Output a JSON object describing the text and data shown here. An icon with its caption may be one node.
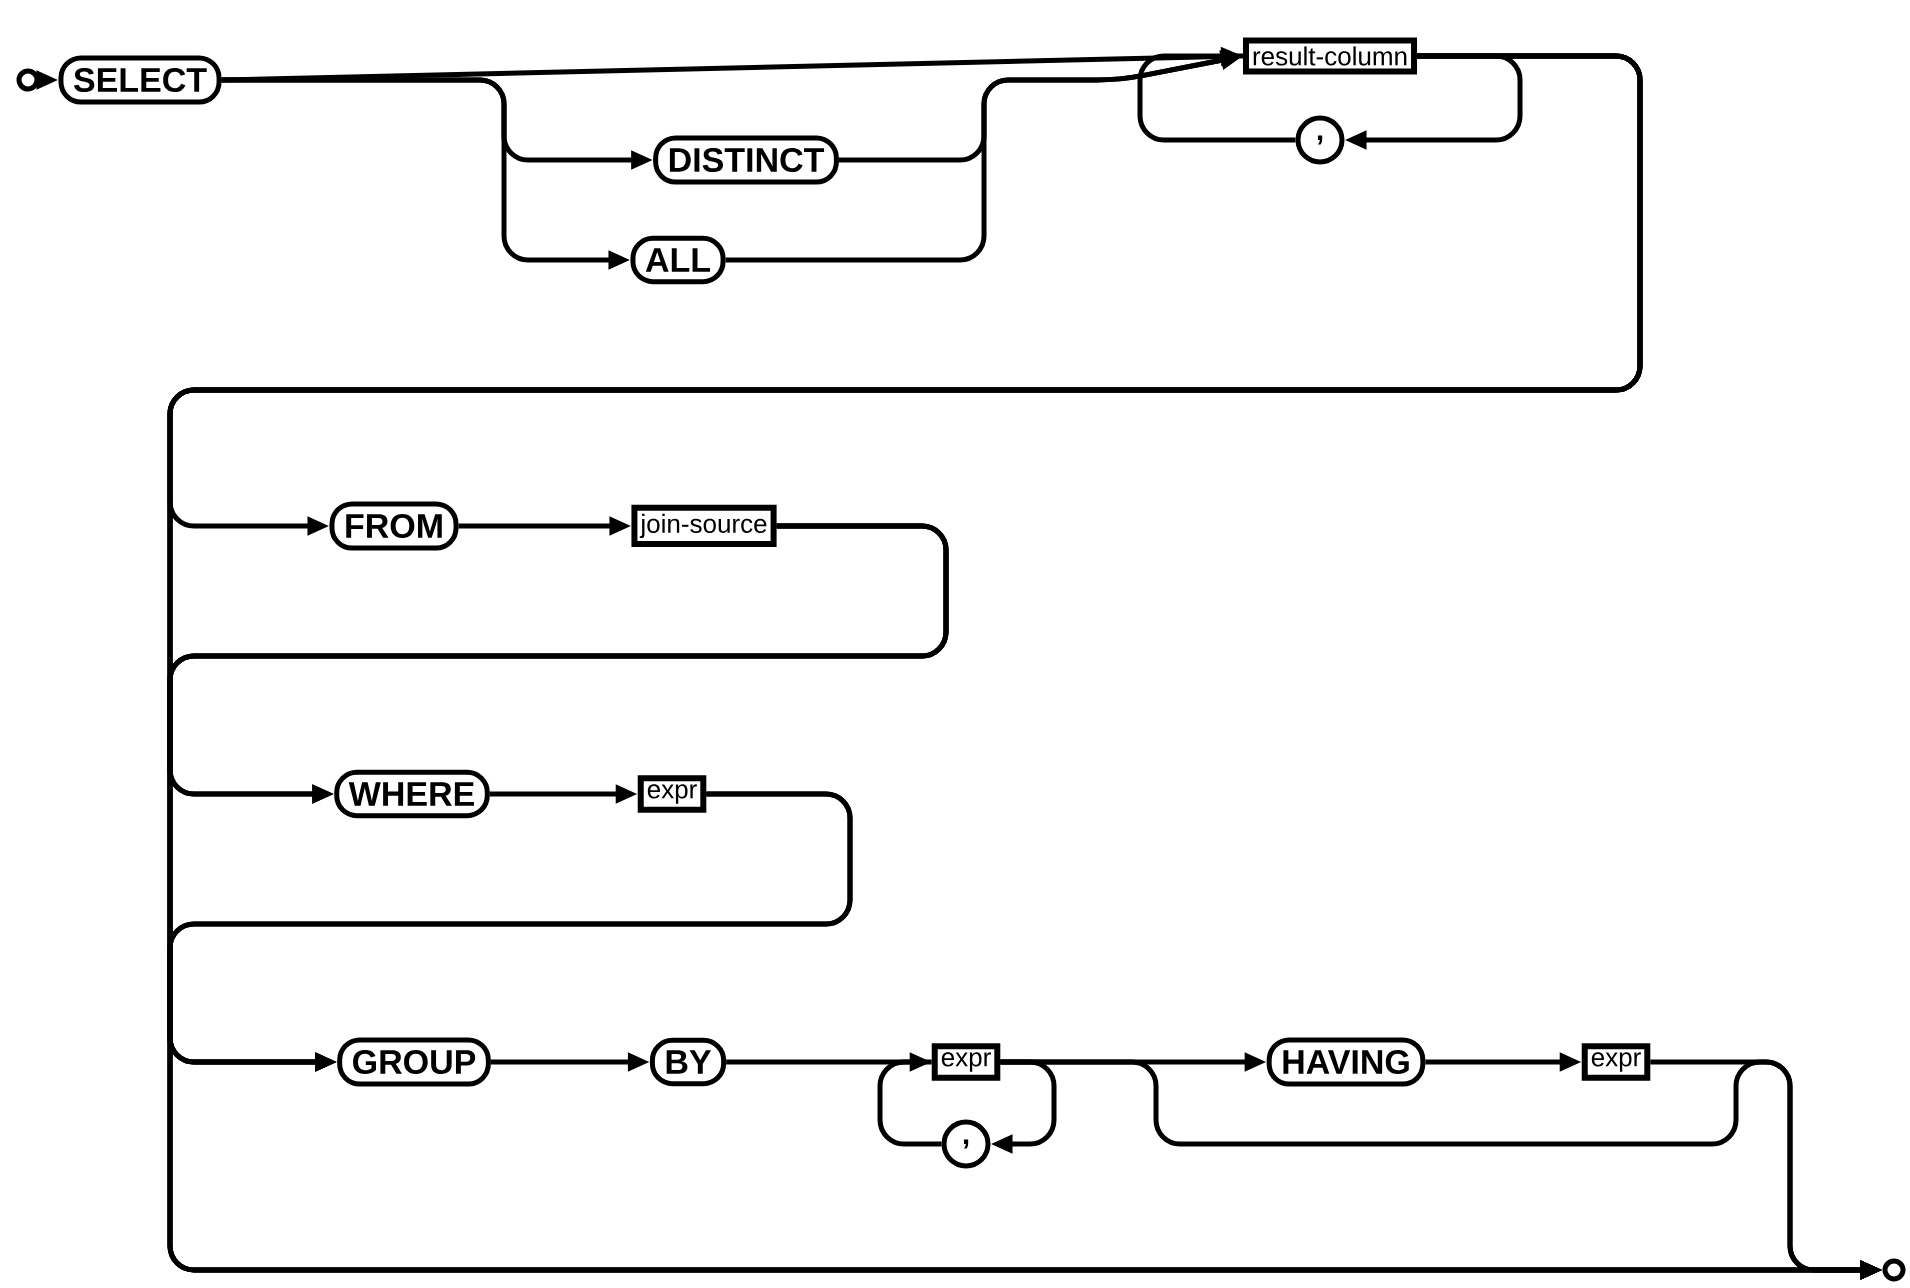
{
  "diagram": {
    "nodes": [
      {
        "text": [],
        "shape": "circle"
      },
      {
        "text": [
          "SELECT"
        ]
      },
      {
        "text": [
          "DISTINCT"
        ]
      },
      {
        "text": [
          "ALL"
        ]
      },
      {
        "text": [
          "result-column"
        ]
      },
      {
        "text": [
          ","
        ]
      },
      {
        "text": [
          "FROM"
        ]
      },
      {
        "text": [
          "join-source"
        ]
      },
      {
        "text": [
          "WHERE"
        ]
      },
      {
        "text": [
          "expr"
        ]
      },
      {
        "text": [
          "GROUP"
        ]
      },
      {
        "text": [
          "BY"
        ]
      },
      {
        "text": [
          "expr"
        ]
      },
      {
        "text": [
          ","
        ]
      },
      {
        "text": [
          "HAVING"
        ]
      },
      {
        "text": [
          "expr"
        ]
      },
      {
        "text": [],
        "shape": "circle"
      }
    ],
    "edges": [
      {
        "from": 0,
        "to": 1,
        "arrow": "to"
      },
      {
        "from": 1,
        "to": 4,
        "arrow": "to"
      },
      {
        "from": 1,
        "to": 2,
        "arrow": "to"
      },
      {
        "from": 1,
        "to": 3,
        "arrow": "to"
      },
      {
        "from": 2,
        "to": 4,
        "arrow": "to"
      },
      {
        "from": 3,
        "to": 4,
        "arrow": "to"
      },
      {
        "from": 4,
        "to": 5,
        "arrow": "to"
      },
      {
        "from": 5,
        "to": 4,
        "arrow": "none"
      },
      {
        "from": 4,
        "to": 6,
        "arrow": "to"
      },
      {
        "from": 4,
        "to": 8,
        "arrow": "to"
      },
      {
        "from": 4,
        "to": 10,
        "arrow": "to"
      },
      {
        "from": 4,
        "to": 16,
        "arrow": "to"
      },
      {
        "from": 7,
        "to": 8,
        "arrow": "to"
      },
      {
        "from": 7,
        "to": 10,
        "arrow": "to"
      },
      {
        "from": 7,
        "to": 16,
        "arrow": "to"
      },
      {
        "from": 9,
        "to": 10,
        "arrow": "to"
      },
      {
        "from": 9,
        "to": 16,
        "arrow": "to"
      },
      {
        "from": 10,
        "to": 11,
        "arrow": "to"
      },
      {
        "from": 11,
        "to": 12,
        "arrow": "to"
      },
      {
        "from": 12,
        "to": 13,
        "arrow": "to"
      },
      {
        "from": 13,
        "to": 12,
        "arrow": "none"
      },
      {
        "from": 12,
        "to": 14,
        "arrow": "to"
      },
      {
        "from": 12,
        "to": 16,
        "arrow": "to"
      },
      {
        "from": 14,
        "to": 15,
        "arrow": "to"
      },
      {
        "from": 15,
        "to": 16,
        "arrow": "to"
      },
      {
        "from": 6,
        "to": 7,
        "arrow": "to"
      },
      {
        "from": 8,
        "to": 9,
        "arrow": "to"
      }
    ]
  }
}
